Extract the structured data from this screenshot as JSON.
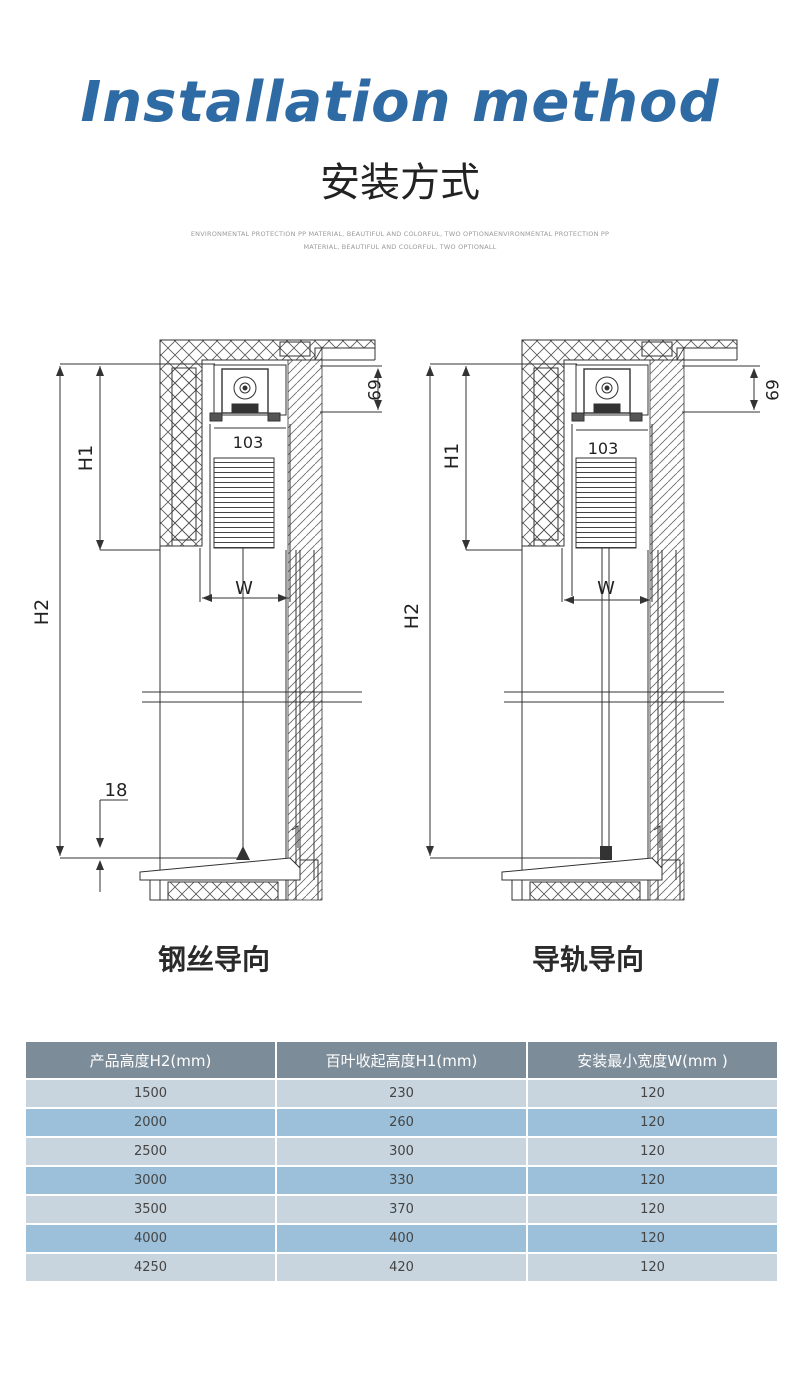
{
  "header": {
    "title_en": "Installation method",
    "title_cn": "安装方式",
    "tagline": "ENVIRONMENTAL PROTECTION PP MATERIAL, BEAUTIFUL AND COLORFUL, TWO OPTIONAENVIRONMENTAL PROTECTION PP MATERIAL, BEAUTIFUL AND COLORFUL, TWO OPTIONALL"
  },
  "diagrams": {
    "left": {
      "caption": "钢丝导向",
      "labels": {
        "h1": "H1",
        "h2": "H2",
        "w": "W",
        "box_width": "103",
        "top_offset": "69",
        "bottom_gap": "18"
      }
    },
    "right": {
      "caption": "导轨导向",
      "labels": {
        "h1": "H1",
        "h2": "H2",
        "w": "W",
        "box_width": "103",
        "top_offset": "69"
      }
    }
  },
  "table": {
    "headers": [
      "产品高度H2(mm)",
      "百叶收起高度H1(mm)",
      "安装最小宽度W(mm )"
    ],
    "rows": [
      [
        "1500",
        "230",
        "120"
      ],
      [
        "2000",
        "260",
        "120"
      ],
      [
        "2500",
        "300",
        "120"
      ],
      [
        "3000",
        "330",
        "120"
      ],
      [
        "3500",
        "370",
        "120"
      ],
      [
        "4000",
        "400",
        "120"
      ],
      [
        "4250",
        "420",
        "120"
      ]
    ]
  }
}
